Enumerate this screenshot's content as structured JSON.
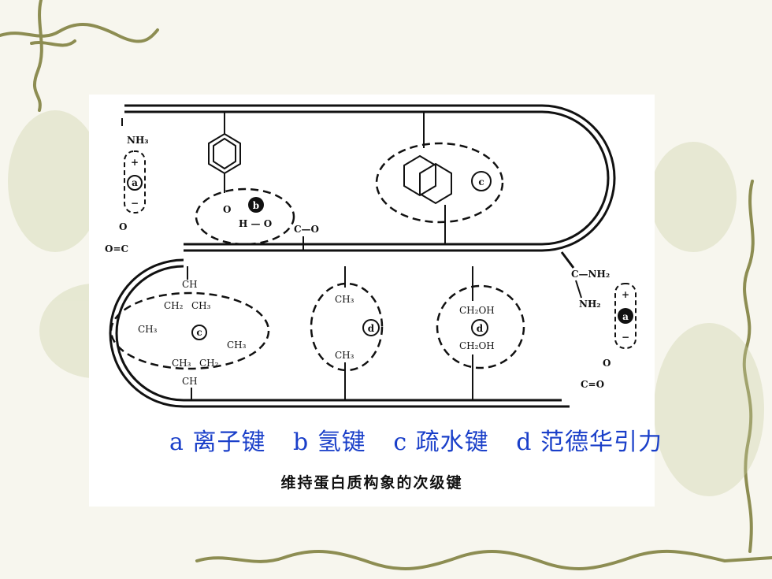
{
  "legend": {
    "a": "a 离子键",
    "b": "b 氢键",
    "c": "c 疏水键",
    "d": "d 范德华引力"
  },
  "caption": "维持蛋白质构象的次级键",
  "labels": {
    "nh3": "NH₃",
    "plus": "+",
    "minus": "−",
    "a": "a",
    "b": "b",
    "c": "c",
    "d": "d",
    "o": "O",
    "h_o": "H — O",
    "c_o": "C—O",
    "o_eq_c": "O=C",
    "ch": "CH",
    "ch2": "CH₂",
    "ch3": "CH₃",
    "ch2oh": "CH₂OH",
    "c_nh2": "C—NH₂",
    "nh2": "NH₂",
    "c_eq_o": "C=O"
  },
  "colors": {
    "legend": "#1a3fc9",
    "vine": "#8a8a4a"
  }
}
